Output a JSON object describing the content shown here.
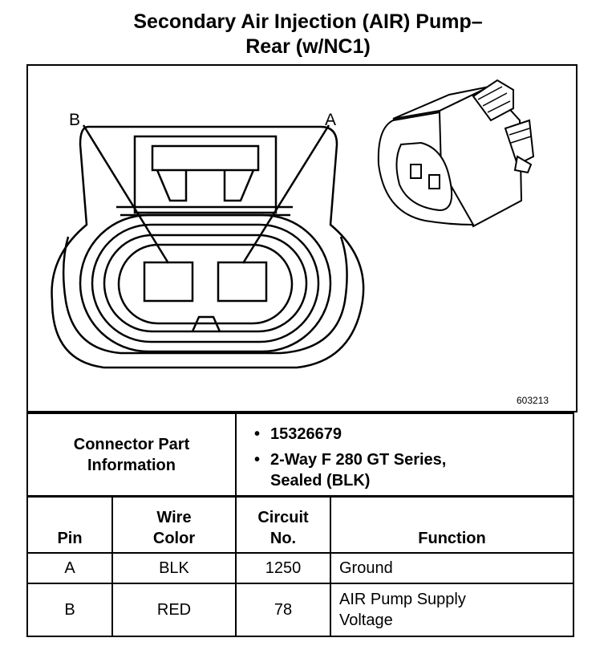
{
  "title_line1": "Secondary Air Injection (AIR) Pump–",
  "title_line2": "Rear (w/NC1)",
  "figure_id": "603213",
  "pin_labels": {
    "b": "B",
    "a": "A"
  },
  "connector_info": {
    "label_line1": "Connector Part",
    "label_line2": "Information",
    "items": [
      "15326679",
      "2-Way F 280 GT Series,",
      "Sealed (BLK)"
    ]
  },
  "pin_table": {
    "headers": {
      "pin": "Pin",
      "wire_line1": "Wire",
      "wire_line2": "Color",
      "circuit_line1": "Circuit",
      "circuit_line2": "No.",
      "function": "Function"
    },
    "rows": [
      {
        "pin": "A",
        "wire": "BLK",
        "circuit": "1250",
        "function_line1": "Ground",
        "function_line2": ""
      },
      {
        "pin": "B",
        "wire": "RED",
        "circuit": "78",
        "function_line1": "AIR Pump Supply",
        "function_line2": "Voltage"
      }
    ]
  }
}
